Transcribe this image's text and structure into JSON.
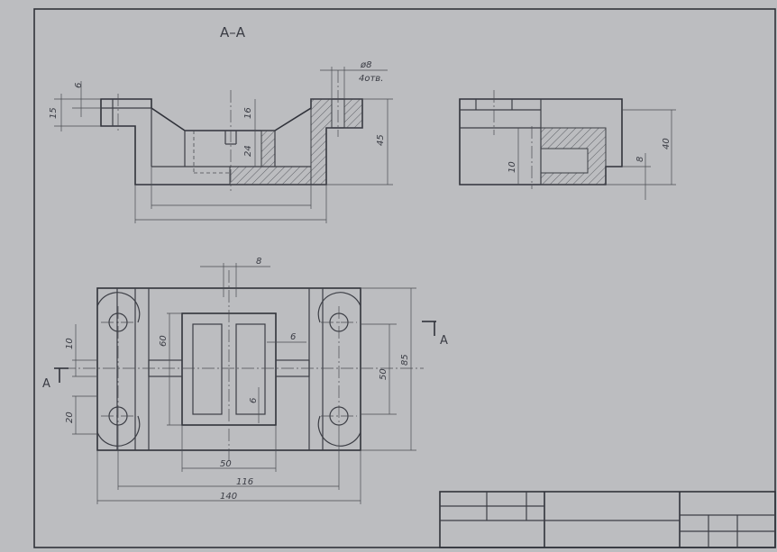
{
  "section_title": "A–A",
  "section_mark": "A",
  "hole_note": {
    "diameter": "ø8",
    "count": "4отв."
  },
  "dims": {
    "d6_top": "6",
    "d15": "15",
    "d16": "16",
    "d24": "24",
    "d45": "45",
    "d10_side": "10",
    "d8_side": "8",
    "d40": "40",
    "d8_top": "8",
    "d60": "60",
    "d10_plan": "10",
    "d20": "20",
    "d6_plan": "6",
    "d6_plan2": "6",
    "d50_v": "50",
    "d85": "85",
    "d50_h": "50",
    "d116": "116",
    "d140": "140"
  }
}
